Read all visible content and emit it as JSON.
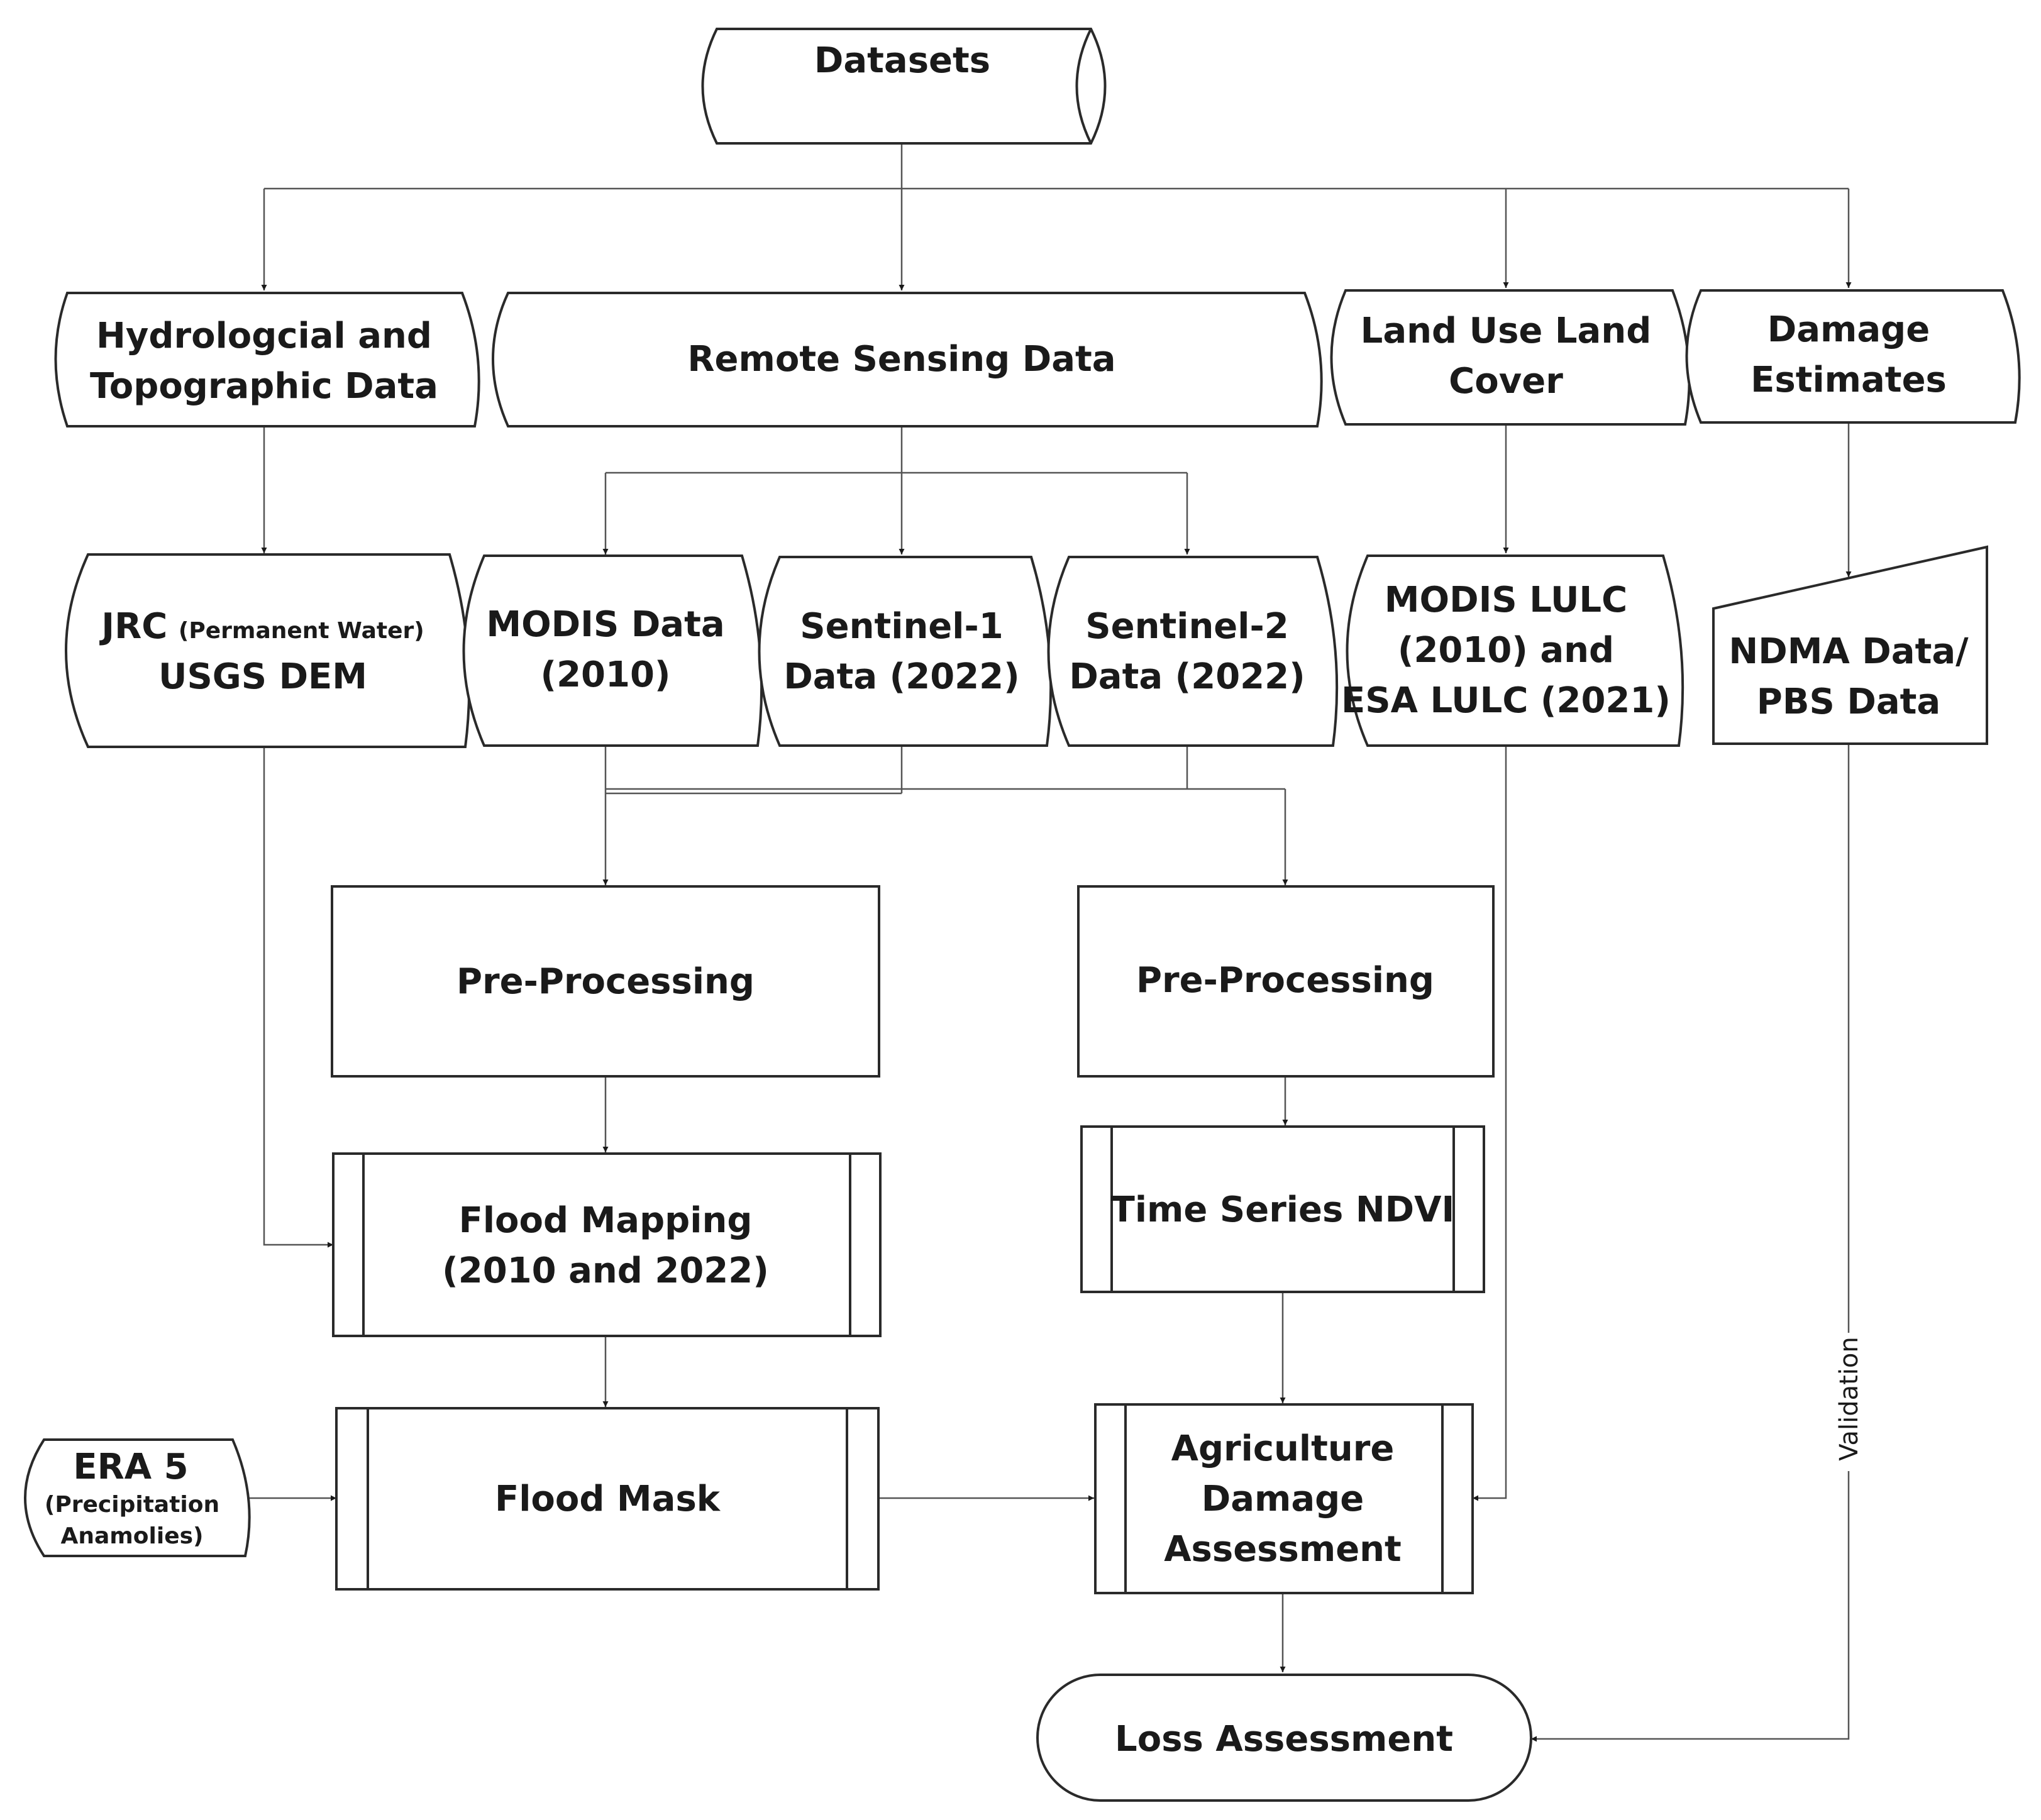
{
  "nodes": {
    "datasets": "Datasets",
    "hydro_line1": "Hydrologcial and",
    "hydro_line2": "Topographic Data",
    "remote_sensing": "Remote Sensing Data",
    "lulc_line1": "Land Use Land",
    "lulc_line2": "Cover",
    "damage_line1": "Damage",
    "damage_line2": "Estimates",
    "jrc_main": "JRC",
    "jrc_small": "(Permanent Water)",
    "usgs_dem": "USGS DEM",
    "modis_line1": "MODIS Data",
    "modis_line2": "(2010)",
    "s1_line1": "Sentinel-1",
    "s1_line2": "Data (2022)",
    "s2_line1": "Sentinel-2",
    "s2_line2": "Data (2022)",
    "modis_lulc_line1": "MODIS LULC",
    "modis_lulc_line2": "(2010) and",
    "modis_lulc_line3": "ESA LULC (2021)",
    "ndma_line1": "NDMA Data/",
    "ndma_line2": "PBS Data",
    "preproc_left": "Pre-Processing",
    "preproc_right": "Pre-Processing",
    "flood_mapping_line1": "Flood Mapping",
    "flood_mapping_line2": "(2010 and 2022)",
    "ndvi": "Time Series NDVI",
    "era5_line1": "ERA 5",
    "era5_line2": "(Precipitation",
    "era5_line3": "Anamolies)",
    "flood_mask": "Flood Mask",
    "agri_line1": "Agriculture",
    "agri_line2": "Damage",
    "agri_line3": "Assessment",
    "loss": "Loss Assessment"
  },
  "edges": {
    "validation_label": "Validation"
  },
  "colors": {
    "stroke": "#2a2a2a",
    "connector": "#555555",
    "fill": "#ffffff",
    "text": "#1a1a1a"
  }
}
